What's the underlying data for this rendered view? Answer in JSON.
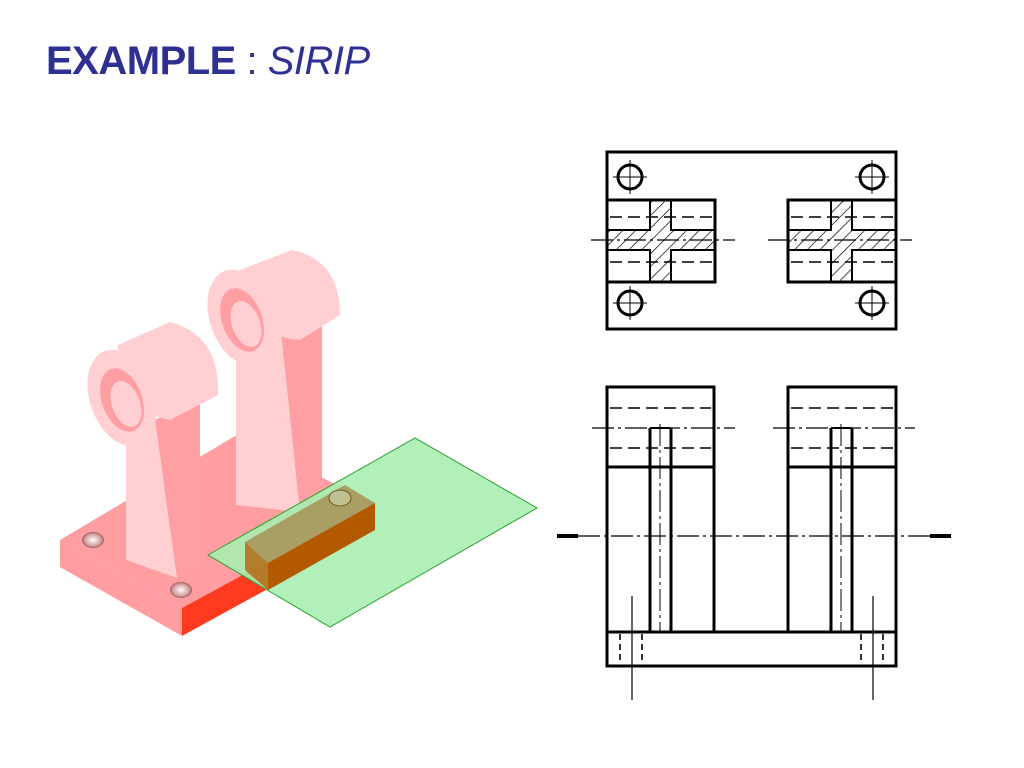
{
  "slide": {
    "title_keyword": "EXAMPLE",
    "title_separator": " : ",
    "title_name": "SIRIP"
  },
  "colors": {
    "title": "#2e3192",
    "base_top": "#ff9da0",
    "base_front": "#ff3b1f",
    "post_light": "#ffcfd1",
    "post_mid": "#ff9fa4",
    "section_plane": "#a9eeb0",
    "section_plane_edge": "#2ca02c",
    "cut_face": "#b35a00",
    "cut_top": "#a89258",
    "line": "#000000"
  },
  "views": {
    "isometric": "iso-view",
    "top": "top-view",
    "front": "front-view"
  }
}
